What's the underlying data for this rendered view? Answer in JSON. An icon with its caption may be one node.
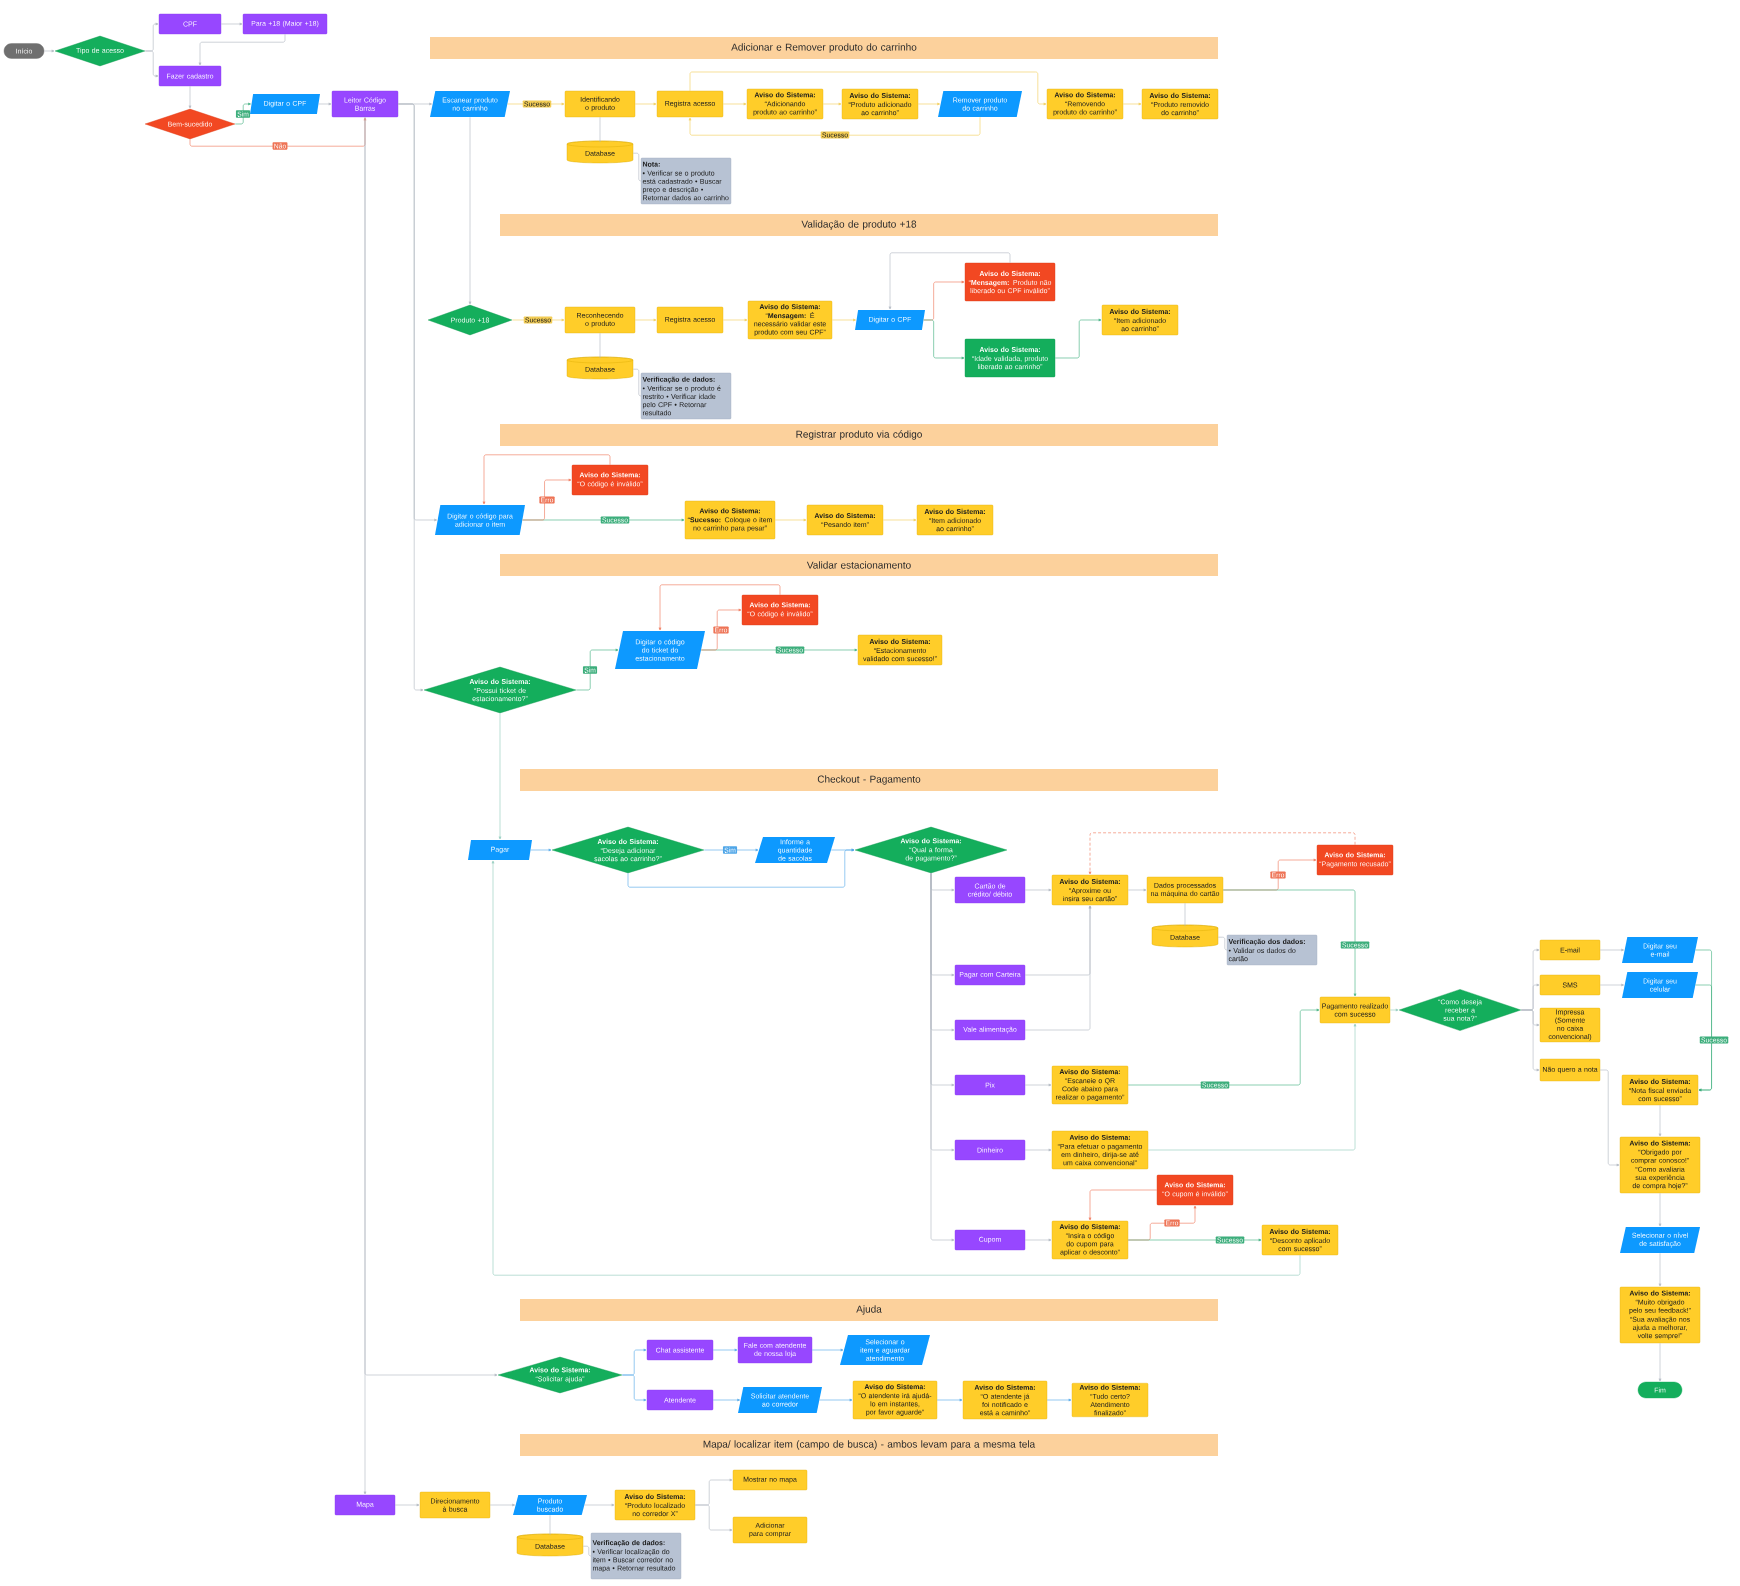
{
  "diagram": {
    "nodes": [
      {
        "text": [
          "Início"
        ]
      },
      {
        "text": [
          "Tipo de acesso"
        ]
      },
      {
        "text": [
          "CPF"
        ]
      },
      {
        "text": [
          "Para +18 (Maior +18)"
        ]
      },
      {
        "text": [
          "Fazer cadastro"
        ]
      },
      {
        "text": [
          "Bem-sucedido"
        ]
      },
      {
        "text": [
          "Digitar o CPF"
        ]
      },
      {
        "text": [
          "Leitor Código Barras"
        ]
      },
      {
        "text": [
          "Adicionar e Remover produto do carrinho"
        ]
      },
      {
        "text": [
          "Escanear produto no carrinho"
        ]
      },
      {
        "text": [
          "Identificando o produto"
        ]
      },
      {
        "text": [
          "Database"
        ]
      },
      {
        "text": [
          "Nota:",
          "• Verificar se o produto está cadastrado • Buscar preço e descrição • Retornar dados ao carrinho"
        ]
      },
      {
        "text": [
          "Registra acesso"
        ]
      },
      {
        "text": [
          "Aviso do Sistema:",
          "“Adicionando produto ao carrinho”"
        ]
      },
      {
        "text": [
          "Aviso do Sistema:",
          "“Produto adicionado ao carrinho”"
        ]
      },
      {
        "text": [
          "Remover produto do carrinho"
        ]
      },
      {
        "text": [
          "Aviso do Sistema:",
          "“Removendo produto do carrinho”"
        ]
      },
      {
        "text": [
          "Aviso do Sistema:",
          "“Produto removido do carrinho”"
        ]
      },
      {
        "text": [
          "Validação de produto +18"
        ]
      },
      {
        "text": [
          "Produto +18"
        ]
      },
      {
        "text": [
          "Reconhecendo o produto"
        ]
      },
      {
        "text": [
          "Database"
        ]
      },
      {
        "text": [
          "Verificação de dados:",
          "• Verificar se o produto é restrito • Verificar idade pelo CPF • Retornar resultado"
        ]
      },
      {
        "text": [
          "Registra acesso"
        ]
      },
      {
        "text": [
          "Aviso do Sistema:",
          "“**Mensagem:** É necessário validar este produto com seu CPF”"
        ]
      },
      {
        "text": [
          "Digitar o CPF"
        ]
      },
      {
        "text": [
          "Aviso do Sistema:",
          "“**Mensagem:** Produto não liberado ou CPF inválido”"
        ]
      },
      {
        "text": [
          "Aviso do Sistema:",
          "“Idade validada, produto liberado ao carrinho”"
        ]
      },
      {
        "text": [
          "Aviso do Sistema:",
          "“Item adicionado ao carrinho”"
        ]
      },
      {
        "text": [
          "Registrar produto via código"
        ]
      },
      {
        "text": [
          "Digitar o código para adicionar o item"
        ]
      },
      {
        "text": [
          "Aviso do Sistema:",
          "“O código é inválido”"
        ]
      },
      {
        "text": [
          "Aviso do Sistema:",
          "“**Sucesso:** Coloque o item no carrinho para pesar”"
        ]
      },
      {
        "text": [
          "Aviso do Sistema:",
          "“Pesando item”"
        ]
      },
      {
        "text": [
          "Aviso do Sistema:",
          "“Item adicionado ao carrinho”"
        ]
      },
      {
        "text": [
          "Validar estacionamento"
        ]
      },
      {
        "text": [
          "Aviso do Sistema:",
          "“Possui ticket de estacionamento?”"
        ]
      },
      {
        "text": [
          "Digitar o código do ticket do estacionamento"
        ]
      },
      {
        "text": [
          "Aviso do Sistema:",
          "“O código é inválido”"
        ]
      },
      {
        "text": [
          "Aviso do Sistema:",
          "“Estacionamento validado com sucesso!”"
        ]
      },
      {
        "text": [
          "Checkout - Pagamento"
        ]
      },
      {
        "text": [
          "Pagar"
        ]
      },
      {
        "text": [
          "Aviso do Sistema:",
          "“Deseja adicionar sacolas ao carrinho?”"
        ]
      },
      {
        "text": [
          "Informe a quantidade de sacolas"
        ]
      },
      {
        "text": [
          "Aviso do Sistema:",
          "“Qual a forma de pagamento?”"
        ]
      },
      {
        "text": [
          "Cartão de crédito/ débito"
        ]
      },
      {
        "text": [
          "Aviso do Sistema:",
          "“Aproxime ou insira seu cartão”"
        ]
      },
      {
        "text": [
          "Dados processados na máquina do cartão"
        ]
      },
      {
        "text": [
          "Database"
        ]
      },
      {
        "text": [
          "Verificação dos dados:",
          "• Validar os dados do cartão"
        ]
      },
      {
        "text": [
          "Aviso do Sistema:",
          "“Pagamento recusado”"
        ]
      },
      {
        "text": [
          "Pagar com Carteira"
        ]
      },
      {
        "text": [
          "Vale alimentação"
        ]
      },
      {
        "text": [
          "Pix"
        ]
      },
      {
        "text": [
          "Aviso do Sistema:",
          "“Escaneie o QR Code abaixo para realizar o pagamento”"
        ]
      },
      {
        "text": [
          "Dinheiro"
        ]
      },
      {
        "text": [
          "Aviso do Sistema:",
          "“Para efetuar o pagamento em dinheiro, dirija-se até um caixa convencional”"
        ]
      },
      {
        "text": [
          "Aviso do Sistema:",
          "“O cupom é inválido”"
        ]
      },
      {
        "text": [
          "Cupom"
        ]
      },
      {
        "text": [
          "Aviso do Sistema:",
          "“Insira o código do cupom para aplicar o desconto”"
        ]
      },
      {
        "text": [
          "Aviso do Sistema:",
          "“Desconto aplicado com sucesso”"
        ]
      },
      {
        "text": [
          "Pagamento realizado com sucesso"
        ]
      },
      {
        "text": [
          "“Como deseja receber a sua nota?”"
        ]
      },
      {
        "text": [
          "E-mail"
        ]
      },
      {
        "text": [
          "SMS"
        ]
      },
      {
        "text": [
          "Impressa (Somente no caixa convencional)"
        ]
      },
      {
        "text": [
          "Não quero a nota"
        ]
      },
      {
        "text": [
          "Digitar seu e-mail"
        ]
      },
      {
        "text": [
          "Digitar seu celular"
        ]
      },
      {
        "text": [
          "Aviso do Sistema:",
          "“Nota fiscal enviada com sucesso”"
        ]
      },
      {
        "text": [
          "Aviso do Sistema:",
          "“Obrigado por comprar conosco!”",
          "“Como avaliaria sua experiência de compra hoje?”"
        ]
      },
      {
        "text": [
          "Selecionar o nível de satisfação"
        ]
      },
      {
        "text": [
          "Aviso do Sistema:",
          "“Muito obrigado pelo seu feedback!”",
          "“Sua avaliação nos ajuda a melhorar, volte sempre!”"
        ]
      },
      {
        "text": [
          "Fim"
        ]
      },
      {
        "text": [
          "Ajuda"
        ]
      },
      {
        "text": [
          "Aviso do Sistema:",
          "“Solicitar ajuda”"
        ]
      },
      {
        "text": [
          "Chat assistente"
        ]
      },
      {
        "text": [
          "Fale com atendente de nossa loja"
        ]
      },
      {
        "text": [
          "Selecionar o item e aguardar atendimento"
        ]
      },
      {
        "text": [
          "Atendente"
        ]
      },
      {
        "text": [
          "Solicitar atendente ao corredor"
        ]
      },
      {
        "text": [
          "Aviso do Sistema:",
          "“O atendente irá ajudá-lo em instantes, por favor aguarde”"
        ]
      },
      {
        "text": [
          "Aviso do Sistema:",
          "“O atendente já foi notificado e está a caminho”"
        ]
      },
      {
        "text": [
          "Aviso do Sistema:",
          "“Tudo certo? Atendimento finalizado”"
        ]
      },
      {
        "text": [
          "Mapa/ localizar item (campo de busca) - ambos levam para a mesma tela"
        ]
      },
      {
        "text": [
          "Mapa"
        ]
      },
      {
        "text": [
          "Direcionamento à busca"
        ]
      },
      {
        "text": [
          "Produto buscado"
        ]
      },
      {
        "text": [
          "Database"
        ]
      },
      {
        "text": [
          "Verificação de dados:",
          "• Verificar localização do item • Buscar corredor no mapa • Retornar resultado"
        ]
      },
      {
        "text": [
          "Aviso do Sistema:",
          "“Produto localizado no corredor X”"
        ]
      },
      {
        "text": [
          "Mostrar no mapa"
        ]
      },
      {
        "text": [
          "Adicionar para comprar"
        ]
      }
    ],
    "edges": [
      {
        "from": 0,
        "to": 1,
        "arrow": "to"
      },
      {
        "from": 1,
        "to": 2,
        "arrow": "to"
      },
      {
        "from": 1,
        "to": 4,
        "arrow": "to"
      },
      {
        "from": 2,
        "to": 3,
        "arrow": "to"
      },
      {
        "from": 3,
        "to": 4,
        "arrow": "to"
      },
      {
        "from": 4,
        "to": 5,
        "arrow": "to"
      },
      {
        "from": 5,
        "to": 6,
        "arrow": "to",
        "label": "Sim",
        "color": "#3dae7c"
      },
      {
        "from": 5,
        "to": 7,
        "arrow": "to",
        "label": "Não",
        "color": "#ee7355"
      },
      {
        "from": 6,
        "to": 7,
        "arrow": "to"
      },
      {
        "from": 7,
        "to": 9,
        "arrow": "to"
      },
      {
        "from": 7,
        "to": 31,
        "arrow": "to"
      },
      {
        "from": 7,
        "to": 37,
        "arrow": "to"
      },
      {
        "from": 7,
        "to": 76,
        "arrow": "to"
      },
      {
        "from": 7,
        "to": 86,
        "arrow": "to"
      },
      {
        "from": 9,
        "to": 10,
        "arrow": "to",
        "label": "Sucesso",
        "color": "#f2cc55"
      },
      {
        "from": 9,
        "to": 20,
        "arrow": "to"
      },
      {
        "from": 10,
        "to": 11,
        "arrow": "none"
      },
      {
        "from": 11,
        "to": 12,
        "arrow": "none"
      },
      {
        "from": 10,
        "to": 13,
        "arrow": "to",
        "color": "#f2cc55"
      },
      {
        "from": 13,
        "to": 14,
        "arrow": "to",
        "color": "#f2cc55"
      },
      {
        "from": 14,
        "to": 15,
        "arrow": "to",
        "color": "#f2cc55"
      },
      {
        "from": 15,
        "to": 16,
        "arrow": "to",
        "color": "#f2cc55"
      },
      {
        "from": 16,
        "to": 13,
        "arrow": "to",
        "label": "Sucesso",
        "color": "#f2cc55"
      },
      {
        "from": 13,
        "to": 17,
        "arrow": "to",
        "color": "#f2cc55"
      },
      {
        "from": 17,
        "to": 18,
        "arrow": "to",
        "color": "#f2cc55"
      },
      {
        "from": 20,
        "to": 21,
        "arrow": "to",
        "label": "Sucesso",
        "color": "#f2cc55"
      },
      {
        "from": 21,
        "to": 22,
        "arrow": "none"
      },
      {
        "from": 22,
        "to": 23,
        "arrow": "none"
      },
      {
        "from": 21,
        "to": 24,
        "arrow": "to",
        "color": "#f2cc55"
      },
      {
        "from": 24,
        "to": 25,
        "arrow": "to",
        "color": "#f2cc55"
      },
      {
        "from": 25,
        "to": 26,
        "arrow": "to",
        "color": "#f2cc55"
      },
      {
        "from": 26,
        "to": 27,
        "arrow": "to",
        "color": "#ee7355"
      },
      {
        "from": 26,
        "to": 28,
        "arrow": "to",
        "color": "#3dae7c"
      },
      {
        "from": 27,
        "to": 26,
        "arrow": "to"
      },
      {
        "from": 28,
        "to": 29,
        "arrow": "to",
        "color": "#3dae7c"
      },
      {
        "from": 31,
        "to": 33,
        "arrow": "to",
        "label": "Sucesso",
        "color": "#3dae7c"
      },
      {
        "from": 31,
        "to": 32,
        "arrow": "to",
        "label": "Erro",
        "color": "#ee7355"
      },
      {
        "from": 32,
        "to": 31,
        "arrow": "to",
        "color": "#ee7355"
      },
      {
        "from": 33,
        "to": 34,
        "arrow": "to",
        "color": "#f2cc55"
      },
      {
        "from": 34,
        "to": 35,
        "arrow": "to",
        "color": "#f2cc55"
      },
      {
        "from": 37,
        "to": 38,
        "arrow": "to",
        "label": "Sim",
        "color": "#3dae7c"
      },
      {
        "from": 38,
        "to": 40,
        "arrow": "to",
        "label": "Sucesso",
        "color": "#3dae7c"
      },
      {
        "from": 38,
        "to": 39,
        "arrow": "to",
        "label": "Erro",
        "color": "#ee7355"
      },
      {
        "from": 39,
        "to": 38,
        "arrow": "to",
        "color": "#ee7355"
      },
      {
        "from": 37,
        "to": 42,
        "arrow": "to",
        "color": "#8fcabb"
      },
      {
        "from": 42,
        "to": 43,
        "arrow": "to",
        "color": "#4fa6e8"
      },
      {
        "from": 43,
        "to": 44,
        "arrow": "to",
        "label": "Sim",
        "color": "#4fa6e8"
      },
      {
        "from": 44,
        "to": 45,
        "arrow": "to",
        "color": "#4fa6e8"
      },
      {
        "from": 43,
        "to": 45,
        "arrow": "to",
        "color": "#4fa6e8"
      },
      {
        "from": 45,
        "to": 46,
        "arrow": "to"
      },
      {
        "from": 45,
        "to": 52,
        "arrow": "to"
      },
      {
        "from": 45,
        "to": 53,
        "arrow": "to"
      },
      {
        "from": 45,
        "to": 54,
        "arrow": "to"
      },
      {
        "from": 45,
        "to": 56,
        "arrow": "to"
      },
      {
        "from": 45,
        "to": 59,
        "arrow": "to"
      },
      {
        "from": 46,
        "to": 47,
        "arrow": "to"
      },
      {
        "from": 52,
        "to": 47,
        "arrow": "to"
      },
      {
        "from": 53,
        "to": 47,
        "arrow": "to"
      },
      {
        "from": 47,
        "to": 48,
        "arrow": "to"
      },
      {
        "from": 48,
        "to": 49,
        "arrow": "none"
      },
      {
        "from": 49,
        "to": 50,
        "arrow": "none"
      },
      {
        "from": 48,
        "to": 51,
        "arrow": "to",
        "label": "Erro",
        "color": "#ee7355"
      },
      {
        "from": 48,
        "to": 62,
        "arrow": "to",
        "label": "Sucesso",
        "color": "#3dae7c"
      },
      {
        "from": 51,
        "to": 47,
        "arrow": "to",
        "style": "dashed",
        "color": "#ee7355"
      },
      {
        "from": 54,
        "to": 55,
        "arrow": "to"
      },
      {
        "from": 55,
        "to": 62,
        "arrow": "to",
        "label": "Sucesso",
        "color": "#3dae7c"
      },
      {
        "from": 56,
        "to": 57,
        "arrow": "to"
      },
      {
        "from": 57,
        "to": 62,
        "arrow": "to",
        "color": "#8fcabb"
      },
      {
        "from": 59,
        "to": 60,
        "arrow": "to"
      },
      {
        "from": 60,
        "to": 58,
        "arrow": "to",
        "label": "Erro",
        "color": "#ee7355"
      },
      {
        "from": 58,
        "to": 60,
        "arrow": "to",
        "color": "#ee7355"
      },
      {
        "from": 60,
        "to": 61,
        "arrow": "to",
        "label": "Sucesso",
        "color": "#3dae7c"
      },
      {
        "from": 61,
        "to": 42,
        "arrow": "to",
        "color": "#8fcabb"
      },
      {
        "from": 62,
        "to": 63,
        "arrow": "to",
        "color": "#8fcabb"
      },
      {
        "from": 63,
        "to": 64,
        "arrow": "to"
      },
      {
        "from": 63,
        "to": 65,
        "arrow": "to"
      },
      {
        "from": 63,
        "to": 66,
        "arrow": "to"
      },
      {
        "from": 63,
        "to": 67,
        "arrow": "to"
      },
      {
        "from": 64,
        "to": 68,
        "arrow": "to"
      },
      {
        "from": 65,
        "to": 69,
        "arrow": "to"
      },
      {
        "from": 68,
        "to": 70,
        "arrow": "to",
        "color": "#3dae7c"
      },
      {
        "from": 69,
        "to": 70,
        "arrow": "to",
        "label": "Sucesso",
        "color": "#3dae7c"
      },
      {
        "from": 70,
        "to": 71,
        "arrow": "to"
      },
      {
        "from": 67,
        "to": 71,
        "arrow": "to"
      },
      {
        "from": 71,
        "to": 72,
        "arrow": "to"
      },
      {
        "from": 72,
        "to": 73,
        "arrow": "to"
      },
      {
        "from": 73,
        "to": 74,
        "arrow": "to"
      },
      {
        "from": 76,
        "to": 77,
        "arrow": "to",
        "color": "#4fa6e8"
      },
      {
        "from": 76,
        "to": 80,
        "arrow": "to",
        "color": "#4fa6e8"
      },
      {
        "from": 77,
        "to": 78,
        "arrow": "to",
        "color": "#4fa6e8"
      },
      {
        "from": 78,
        "to": 79,
        "arrow": "to",
        "color": "#4fa6e8"
      },
      {
        "from": 80,
        "to": 81,
        "arrow": "to",
        "color": "#4fa6e8"
      },
      {
        "from": 81,
        "to": 82,
        "arrow": "to",
        "color": "#4fa6e8"
      },
      {
        "from": 82,
        "to": 83,
        "arrow": "to",
        "color": "#4fa6e8"
      },
      {
        "from": 83,
        "to": 84,
        "arrow": "to",
        "color": "#4fa6e8"
      },
      {
        "from": 86,
        "to": 87,
        "arrow": "to"
      },
      {
        "from": 87,
        "to": 88,
        "arrow": "to"
      },
      {
        "from": 88,
        "to": 89,
        "arrow": "none"
      },
      {
        "from": 89,
        "to": 90,
        "arrow": "none"
      },
      {
        "from": 88,
        "to": 91,
        "arrow": "to"
      },
      {
        "from": 91,
        "to": 92,
        "arrow": "to"
      },
      {
        "from": 91,
        "to": 93,
        "arrow": "to"
      }
    ]
  }
}
